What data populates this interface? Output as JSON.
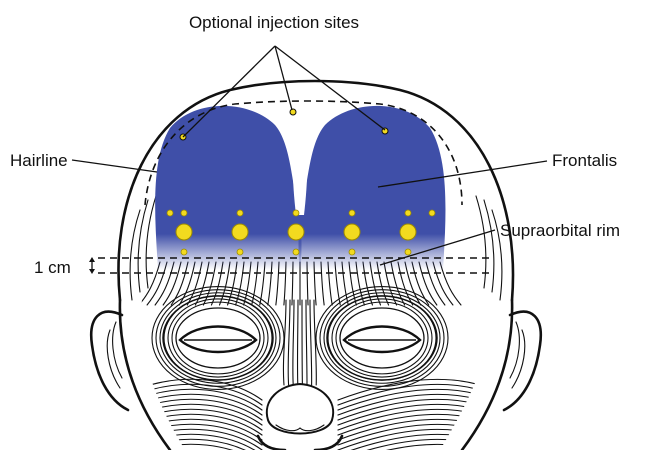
{
  "labels": {
    "optional_sites": "Optional injection sites",
    "hairline": "Hairline",
    "frontalis": "Frontalis",
    "supraorbital_rim": "Supraorbital rim",
    "measure": "1 cm"
  },
  "colors": {
    "muscle_fill": "#3f4fa8",
    "injection_site": "#f2da1f",
    "injection_site_stroke": "#9c8a00",
    "line": "#111111",
    "skin": "#ffffff"
  },
  "injection_sites": {
    "primary_count": 5,
    "optional_count": 3
  }
}
